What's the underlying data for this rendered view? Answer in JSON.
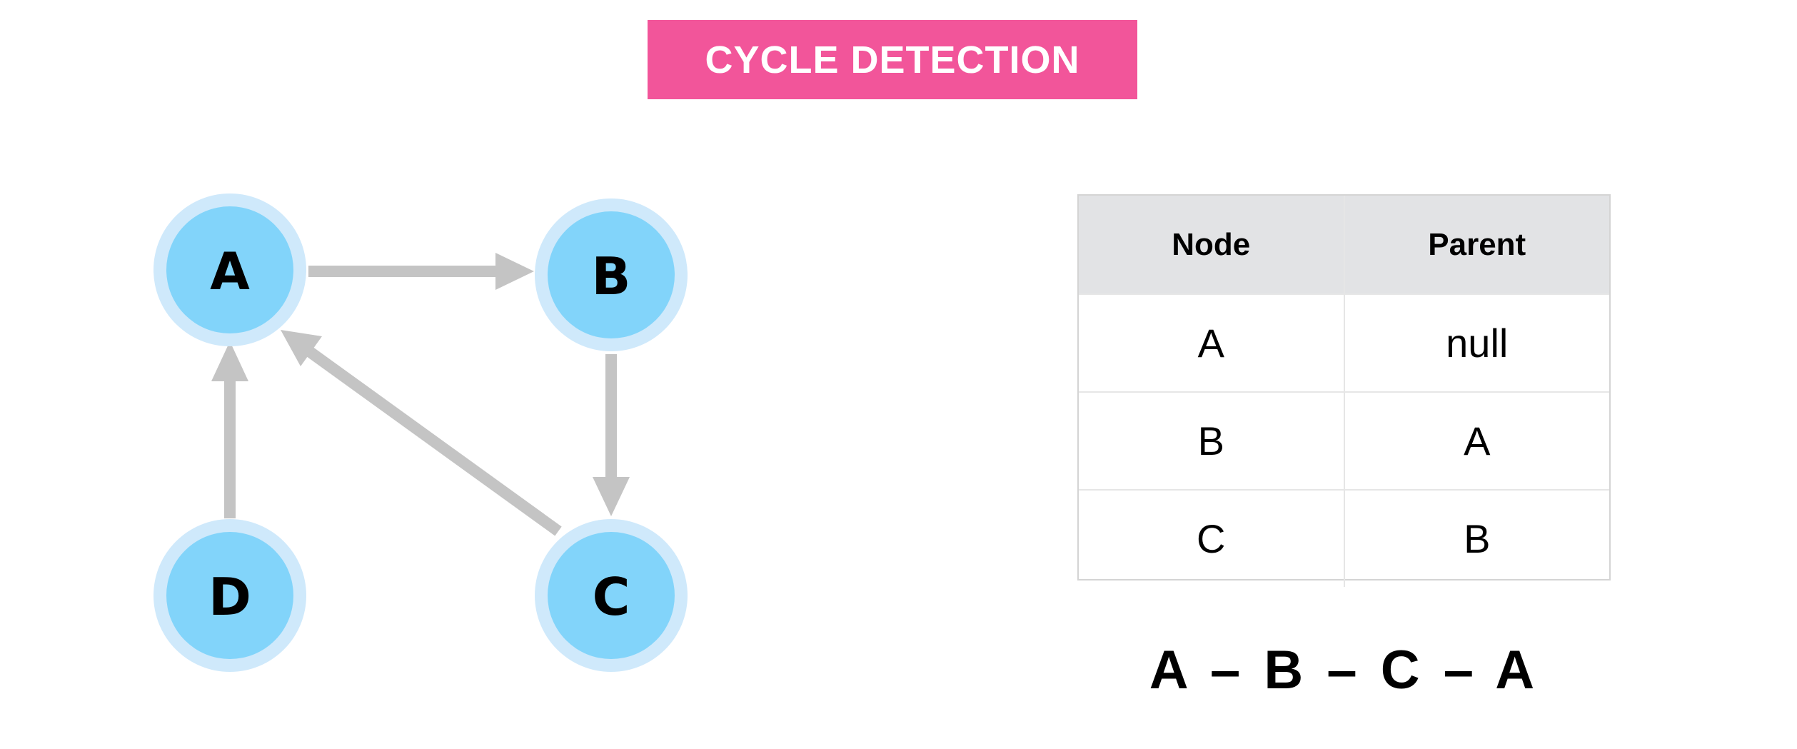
{
  "title": "CYCLE DETECTION",
  "colors": {
    "banner": "#f2559a",
    "node_fill": "#82d4fa",
    "node_ring": "#cfe9fb",
    "edge": "#c4c4c4",
    "table_header": "#e2e3e5"
  },
  "graph": {
    "nodes": [
      {
        "id": "A",
        "label": "A"
      },
      {
        "id": "B",
        "label": "B"
      },
      {
        "id": "C",
        "label": "C"
      },
      {
        "id": "D",
        "label": "D"
      }
    ],
    "edges": [
      {
        "from": "A",
        "to": "B"
      },
      {
        "from": "B",
        "to": "C"
      },
      {
        "from": "C",
        "to": "A"
      },
      {
        "from": "D",
        "to": "A"
      }
    ]
  },
  "table": {
    "headers": [
      "Node",
      "Parent"
    ],
    "rows": [
      [
        "A",
        "null"
      ],
      [
        "B",
        "A"
      ],
      [
        "C",
        "B"
      ]
    ]
  },
  "cycle_path": "A – B – C – A"
}
